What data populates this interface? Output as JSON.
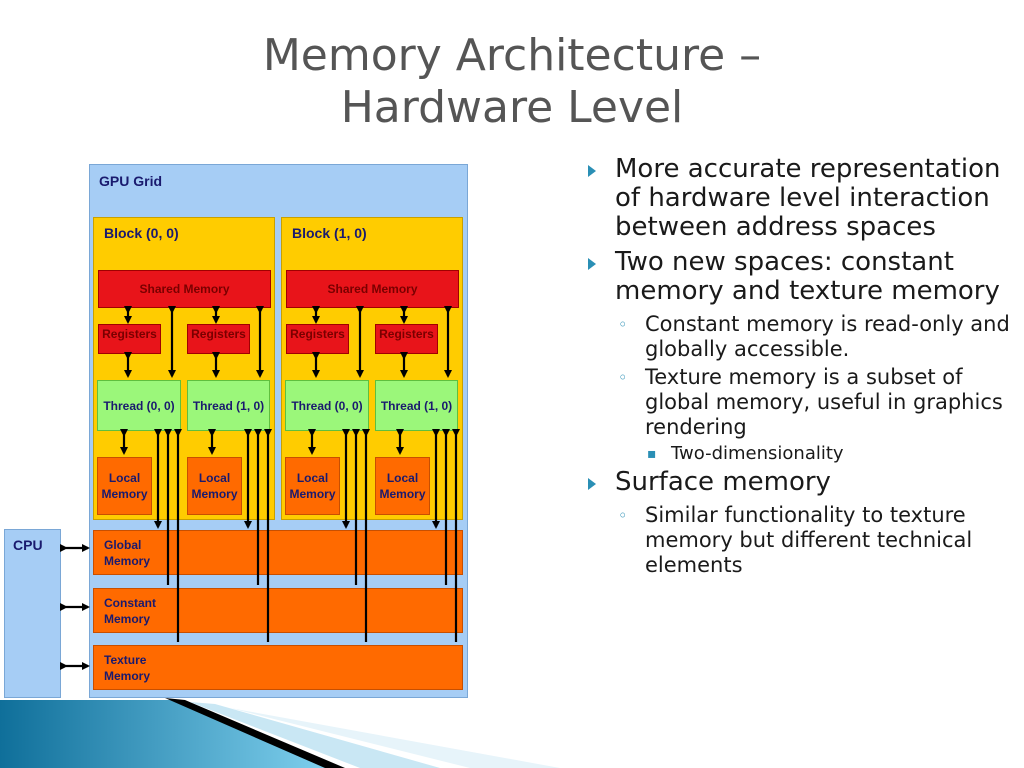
{
  "title": {
    "line1": "Memory Architecture –",
    "line2": "Hardware Level"
  },
  "diagram": {
    "gpu_grid": "GPU Grid",
    "blocks": [
      {
        "label": "Block (0, 0)",
        "shared_memory": "Shared Memory",
        "registers": [
          "Registers",
          "Registers"
        ],
        "threads": [
          "Thread (0, 0)",
          "Thread (1, 0)"
        ],
        "local_memory": [
          [
            "Local",
            "Memory"
          ],
          [
            "Local",
            "Memory"
          ]
        ]
      },
      {
        "label": "Block (1, 0)",
        "shared_memory": "Shared Memory",
        "registers": [
          "Registers",
          "Registers"
        ],
        "threads": [
          "Thread (0, 0)",
          "Thread (1, 0)"
        ],
        "local_memory": [
          [
            "Local",
            "Memory"
          ],
          [
            "Local",
            "Memory"
          ]
        ]
      }
    ],
    "global_memory": [
      "Global",
      "Memory"
    ],
    "constant_memory": [
      "Constant",
      "Memory"
    ],
    "texture_memory": [
      "Texture",
      "Memory"
    ],
    "cpu": "CPU",
    "colors": {
      "grid": "#a6cdf5",
      "block": "#ffcc00",
      "shared_registers": "#e8141a",
      "thread": "#9bf77a",
      "memory": "#ff6a00",
      "arrow": "#000000"
    }
  },
  "bullets": [
    {
      "level": 1,
      "text": "More accurate representation of hardware level interaction between address spaces"
    },
    {
      "level": 1,
      "text": "Two new spaces: constant memory and texture memory"
    },
    {
      "level": 2,
      "text": "Constant memory is read-only and globally accessible."
    },
    {
      "level": 2,
      "text": "Texture memory is a subset of global memory, useful in graphics rendering"
    },
    {
      "level": 3,
      "text": "Two-dimensionality"
    },
    {
      "level": 1,
      "text": "Surface memory"
    },
    {
      "level": 2,
      "text": "Similar functionality to texture memory but different technical elements"
    }
  ],
  "bullet_icons": {
    "level1": "triangle-bullet-icon",
    "level2": "circle-bullet-icon",
    "level3": "square-bullet-icon"
  }
}
